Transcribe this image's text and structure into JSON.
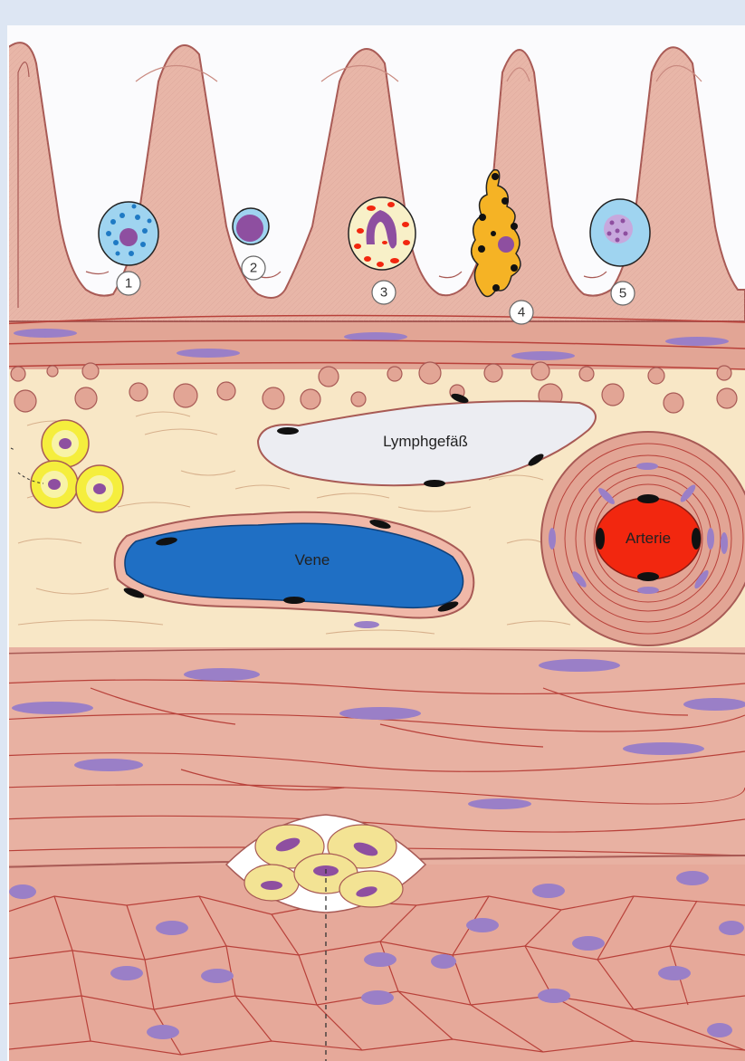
{
  "labels": {
    "lymph": "Lymphgefäß",
    "vein": "Vene",
    "artery": "Arterie"
  },
  "cell_numbers": [
    "1",
    "2",
    "3",
    "4",
    "5"
  ],
  "colors": {
    "background": "#dde6f3",
    "epithelium": "#e8b3a6",
    "epithelium_edge": "#a85a55",
    "lamina_propria": "#f8e7c6",
    "smooth_muscle": "#e2a595",
    "muscle_lines": "#b8413a",
    "vein": "#1f6fc4",
    "artery": "#f2270f",
    "lymph_vessel": "#ecedf2",
    "nucleus": "#9a7fc7",
    "ganglion": "#f3e394",
    "adipocyte": "#f5ee3d"
  }
}
